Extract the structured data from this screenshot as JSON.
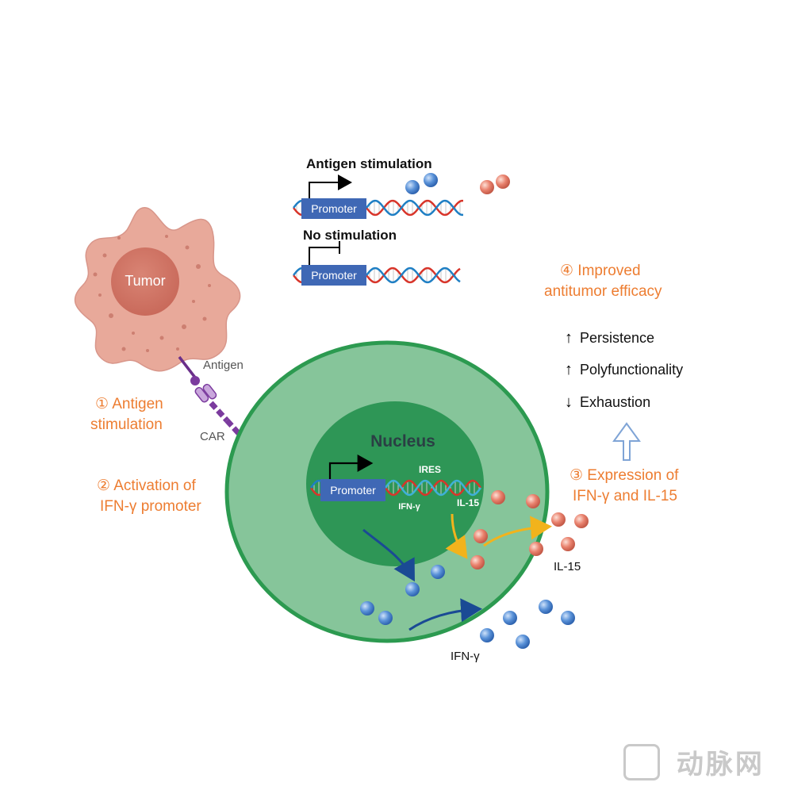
{
  "tumor": {
    "label": "Tumor"
  },
  "antigen_label": "Antigen",
  "car_label": "CAR",
  "steps": {
    "step1": [
      "① Antigen",
      "stimulation"
    ],
    "step2": [
      "② Activation of",
      "IFN-γ promoter"
    ],
    "step3": [
      "③ Expression of",
      "IFN-γ and IL-15"
    ],
    "step4": [
      "④ Improved",
      "antitumor efficacy"
    ]
  },
  "legend": {
    "antigen_stimulation": "Antigen stimulation",
    "no_stimulation": "No stimulation",
    "promoter": "Promoter"
  },
  "nucleus": {
    "label": "Nucleus",
    "promoter": "Promoter",
    "ires": "IRES",
    "ifn": "IFN-γ",
    "il15": "IL-15"
  },
  "effects": [
    {
      "dir": "up",
      "label": "Persistence"
    },
    {
      "dir": "up",
      "label": "Polyfunctionality"
    },
    {
      "dir": "down",
      "label": "Exhaustion"
    }
  ],
  "il15_label": "IL-15",
  "ifn_label": "IFN-γ",
  "watermark": {
    "icon": "vb-logo-icon",
    "text": "动脉网"
  },
  "colors": {
    "orange_text": "#ED7D31",
    "tumor": "#E8A99A",
    "cell": "#86C59A",
    "nucleus": "#2E9656",
    "promoter_box": "#3F68B5",
    "ifn_ball": "#5A92D8",
    "il15_ball": "#E9826E"
  }
}
